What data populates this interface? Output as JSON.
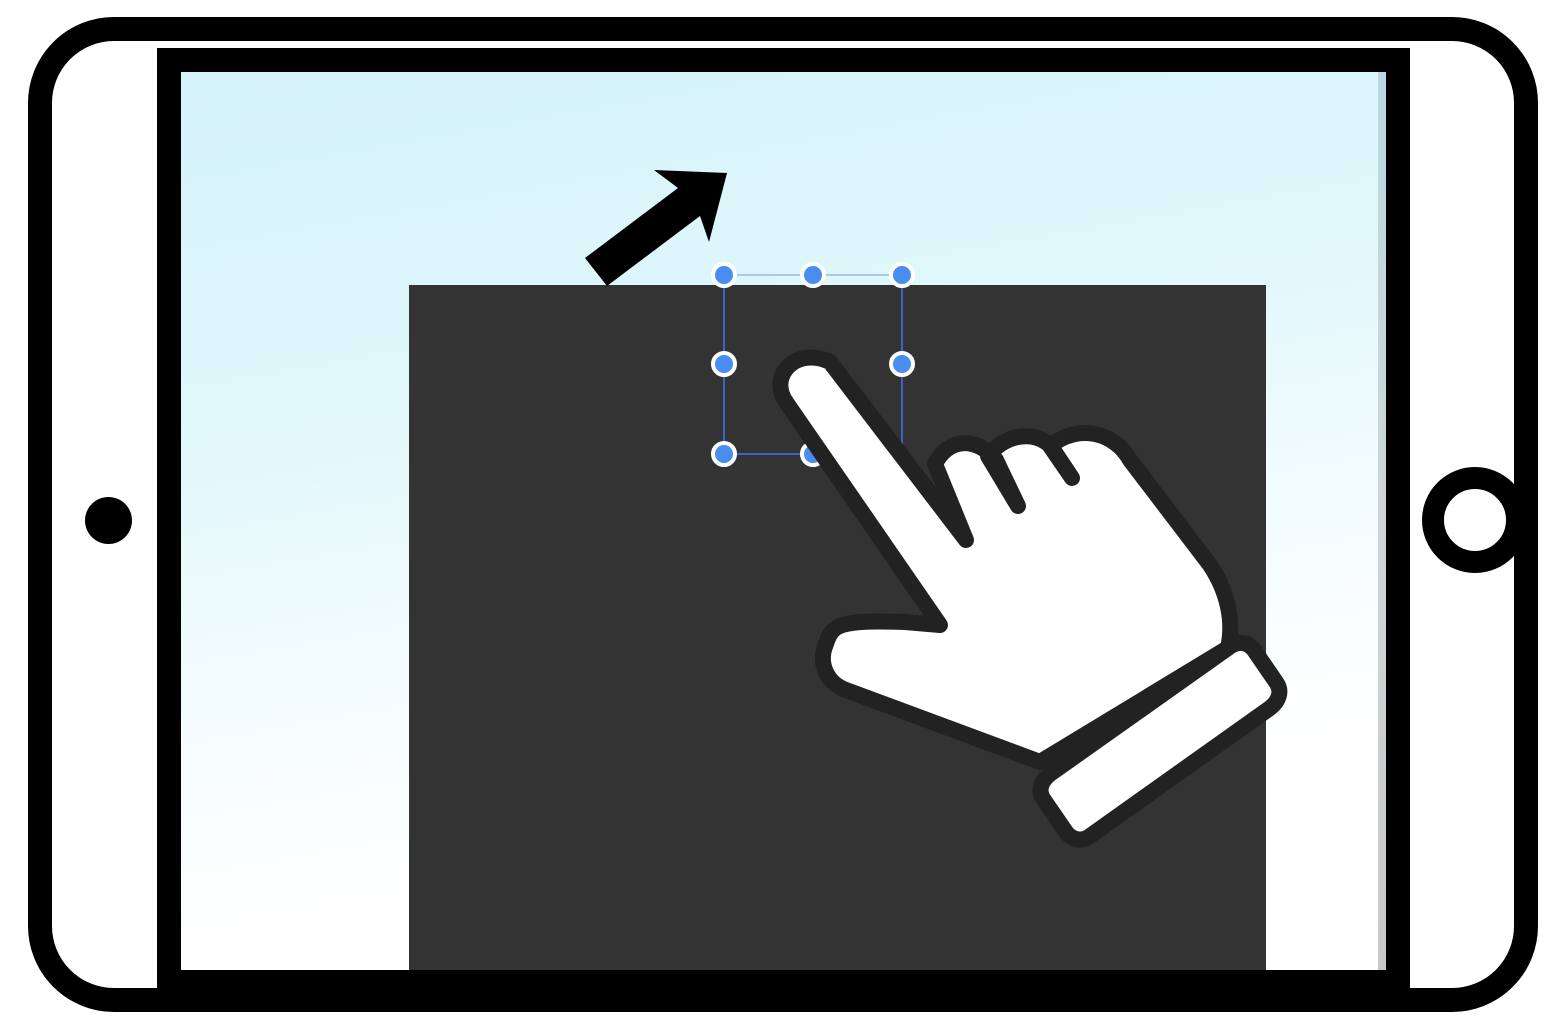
{
  "scene": {
    "device": "tablet",
    "gesture": "drag",
    "gesture_direction": "up-right",
    "icons": [
      "pointing-hand-icon",
      "arrow-up-right-icon",
      "resize-handle-icon"
    ],
    "colors": {
      "frame": "#000000",
      "panel": "#333333",
      "sky_top": "#d6f2fb",
      "handle": "#4a8df0",
      "selection_line": "#3d63c9"
    }
  }
}
